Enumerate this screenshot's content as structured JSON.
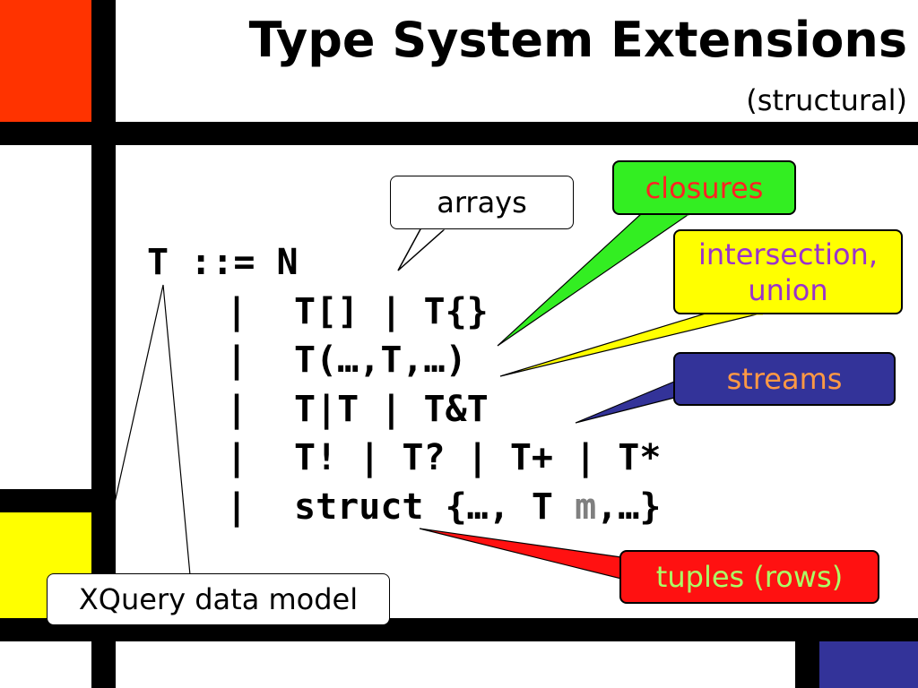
{
  "slide": {
    "title": "Type System Extensions",
    "subtitle": "(structural)"
  },
  "grammar": {
    "lines": [
      {
        "lhs": "T ::= ",
        "rhs": "N"
      },
      {
        "pipe": "|",
        "rhs": "T[] | T{}"
      },
      {
        "pipe": "|",
        "rhs": "T(…,T,…)"
      },
      {
        "pipe": "|",
        "rhs": "T|T | T&T"
      },
      {
        "pipe": "|",
        "rhs": "T! | T? | T+ | T*"
      },
      {
        "pipe": "|",
        "rhs_pre": "struct {…, T ",
        "rhs_gray": "m",
        "rhs_post": ",…}"
      }
    ]
  },
  "callouts": {
    "arrays": "arrays",
    "closures": "closures",
    "intersection_union_line1": "intersection,",
    "intersection_union_line2": "union",
    "streams": "streams",
    "tuples": "tuples (rows)",
    "xquery": "XQuery data model"
  },
  "colors": {
    "red_block": "#ff3300",
    "yellow_block": "#ffff00",
    "blue_block": "#333399",
    "closures_fill": "#33ee22",
    "intersection_fill": "#ffff00",
    "streams_fill": "#333399",
    "tuples_fill": "#ff1111"
  }
}
